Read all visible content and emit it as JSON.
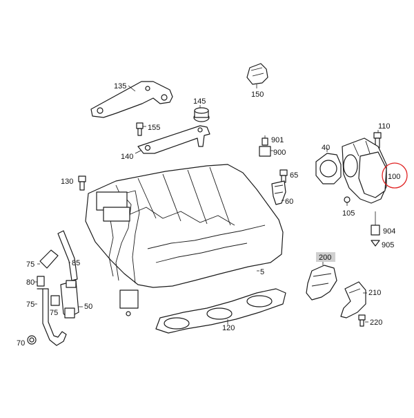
{
  "diagram": {
    "labels": [
      {
        "id": "p135",
        "text": "135"
      },
      {
        "id": "p150",
        "text": "150"
      },
      {
        "id": "p145",
        "text": "145"
      },
      {
        "id": "p155",
        "text": "155"
      },
      {
        "id": "p140",
        "text": "140"
      },
      {
        "id": "p901",
        "text": "901"
      },
      {
        "id": "p900",
        "text": "900"
      },
      {
        "id": "p65",
        "text": "65"
      },
      {
        "id": "p60",
        "text": "60"
      },
      {
        "id": "p130",
        "text": "130"
      },
      {
        "id": "p110",
        "text": "110"
      },
      {
        "id": "p40",
        "text": "40"
      },
      {
        "id": "p100",
        "text": "100"
      },
      {
        "id": "p105",
        "text": "105"
      },
      {
        "id": "p904",
        "text": "904"
      },
      {
        "id": "p905",
        "text": "905"
      },
      {
        "id": "p75a",
        "text": "75"
      },
      {
        "id": "p85",
        "text": "85"
      },
      {
        "id": "p80",
        "text": "80"
      },
      {
        "id": "p75b",
        "text": "75"
      },
      {
        "id": "p75c",
        "text": "75"
      },
      {
        "id": "p50",
        "text": "50"
      },
      {
        "id": "p5",
        "text": "5"
      },
      {
        "id": "p200",
        "text": "200"
      },
      {
        "id": "p210",
        "text": "210"
      },
      {
        "id": "p220",
        "text": "220"
      },
      {
        "id": "p120",
        "text": "120"
      },
      {
        "id": "p70",
        "text": "70"
      }
    ],
    "highlighted_part": "100",
    "highlight_color": "#e02020",
    "highlight_label_bg": "#cfcfcf"
  }
}
